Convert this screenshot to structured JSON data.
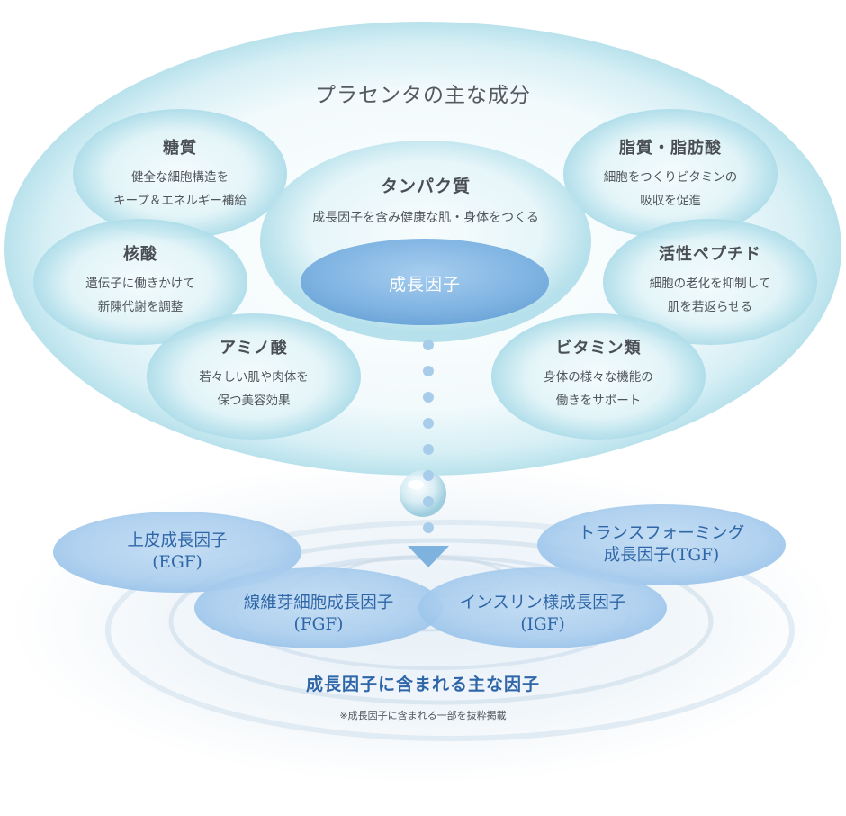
{
  "title": "プラセンタの主な成分",
  "center": {
    "title": "タンパク質",
    "description": "成長因子を含み健康な肌・身体をつくる",
    "inner_label": "成長因子"
  },
  "components": [
    {
      "title": "糖質",
      "lines": [
        "健全な細胞構造を",
        "キープ＆エネルギー補給"
      ]
    },
    {
      "title": "核酸",
      "lines": [
        "遺伝子に働きかけて",
        "新陳代謝を調整"
      ]
    },
    {
      "title": "アミノ酸",
      "lines": [
        "若々しい肌や肉体を",
        "保つ美容効果"
      ]
    },
    {
      "title": "脂質・脂肪酸",
      "lines": [
        "細胞をつくりビタミンの",
        "吸収を促進"
      ]
    },
    {
      "title": "活性ペプチド",
      "lines": [
        "細胞の老化を抑制して",
        "肌を若返らせる"
      ]
    },
    {
      "title": "ビタミン類",
      "lines": [
        "身体の様々な機能の",
        "働きをサポート"
      ]
    }
  ],
  "factors": [
    {
      "lines": [
        "上皮成長因子",
        "(EGF)"
      ]
    },
    {
      "lines": [
        "線維芽細胞成長因子",
        "(FGF)"
      ]
    },
    {
      "lines": [
        "インスリン様成長因子",
        "(IGF)"
      ]
    },
    {
      "lines": [
        "トランスフォーミング",
        "成長因子(TGF)"
      ]
    }
  ],
  "factors_title": "成長因子に含まれる主な因子",
  "note": "※成長因子に含まれる一部を抜粋掲載",
  "colors": {
    "bubble_fill": "#d4eef4",
    "bubble_edge": "#9fd6e3",
    "inner_fill": "#7fb2e0",
    "factor_fill": "#a9cdee",
    "dot": "#a8cdea",
    "text_blue": "#2f66a8"
  }
}
